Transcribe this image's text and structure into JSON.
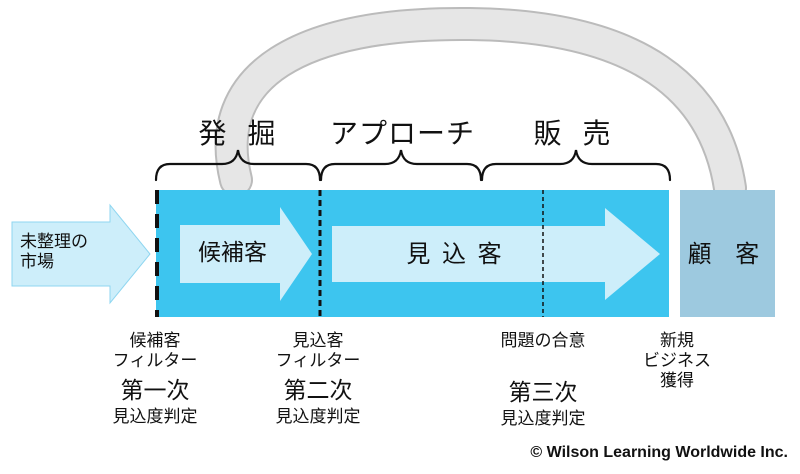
{
  "phases": {
    "discovery": "発 掘",
    "approach": "アプローチ",
    "sales": "販 売"
  },
  "stages": {
    "unorganized_market": "未整理の\n市場",
    "candidate": "候補客",
    "prospect": "見 込 客",
    "customer": "顧 客"
  },
  "checkpoints": [
    {
      "filter": "候補客\nフィルター",
      "level": "第一次",
      "judgement": "見込度判定"
    },
    {
      "filter": "見込客\nフィルター",
      "level": "第二次",
      "judgement": "見込度判定"
    },
    {
      "filter": "問題の合意",
      "level": "第三次",
      "judgement": "見込度判定"
    },
    {
      "filter": "新規\nビジネス\n獲得"
    }
  ],
  "colors": {
    "pipeline": "#3dc5ef",
    "arrow_fill": "#cdeefa",
    "customer_box": "#9dc9df",
    "return_arrow": "#e4e4e4"
  },
  "copyright": "© Wilson Learning Worldwide Inc."
}
